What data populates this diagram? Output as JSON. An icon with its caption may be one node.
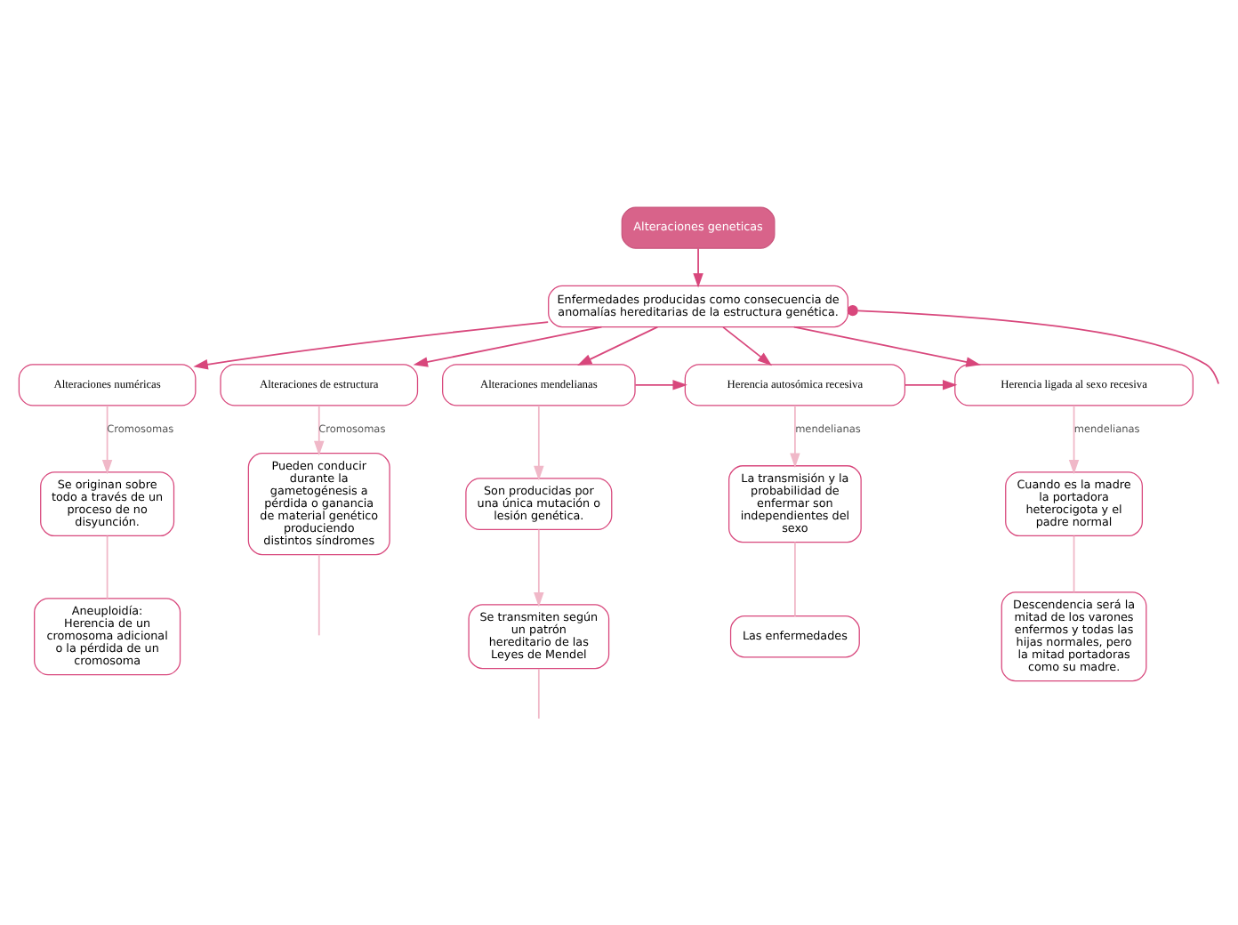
{
  "diagram": {
    "nodes": [
      {
        "text": [
          "Alteraciones geneticas"
        ]
      },
      {
        "text": [
          "Enfermedades producidas como consecuencia de anomalías hereditarias de la estructura genética."
        ]
      },
      {
        "text": [
          "Alteraciones numéricas"
        ]
      },
      {
        "text": [
          "Alteraciones de estructura"
        ]
      },
      {
        "text": [
          "Alteraciones mendelianas"
        ]
      },
      {
        "text": [
          "Herencia autosómica recesiva"
        ]
      },
      {
        "text": [
          "Herencia ligada al sexo recesiva"
        ]
      },
      {
        "text": [
          "Se originan sobre todo a través de un proceso de no disyunción."
        ]
      },
      {
        "text": [
          "Aneuploidía: Herencia de un cromosoma adicional o la pérdida de un cromosoma"
        ]
      },
      {
        "text": [
          "Pueden conducir durante la gametogénesis a pérdida o ganancia de material genético produciendo distintos síndromes"
        ]
      },
      {
        "text": [
          "Son producidas por una única mutación o lesión genética."
        ]
      },
      {
        "text": [
          "Se transmiten según un patrón hereditario de las Leyes de Mendel"
        ]
      },
      {
        "text": [
          "La transmisión y la probabilidad de enfermar son independientes del sexo"
        ]
      },
      {
        "text": [
          "Las enfermedades"
        ]
      },
      {
        "text": [
          "Cuando es la madre la portadora heterocigota y el padre normal"
        ]
      },
      {
        "text": [
          "Descendencia será la mitad de los varones enfermos y todas las hijas normales, pero la mitad portadoras como su madre."
        ]
      }
    ],
    "edges": [
      {
        "from": 0,
        "to": 1,
        "arrow": "to",
        "color": "#d8477c"
      },
      {
        "from": 1,
        "to": null,
        "arrow": "other",
        "color": "#d8477c"
      },
      {
        "from": 1,
        "to": 2,
        "arrow": "to",
        "color": "#d8477c"
      },
      {
        "from": 1,
        "to": 3,
        "arrow": "to",
        "color": "#d8477c"
      },
      {
        "from": 1,
        "to": 4,
        "arrow": "to",
        "color": "#d8477c"
      },
      {
        "from": 1,
        "to": 5,
        "arrow": "to",
        "color": "#d8477c"
      },
      {
        "from": 1,
        "to": 6,
        "arrow": "to",
        "color": "#d8477c"
      },
      {
        "from": 4,
        "to": 5,
        "arrow": "to",
        "color": "#d8477c"
      },
      {
        "from": 5,
        "to": 6,
        "arrow": "to",
        "color": "#d8477c"
      },
      {
        "from": 2,
        "to": 7,
        "arrow": "to",
        "label": "Cromosomas"
      },
      {
        "from": 7,
        "to": 8,
        "arrow": "none"
      },
      {
        "from": 3,
        "to": 9,
        "arrow": "to",
        "label": "Cromosomas"
      },
      {
        "from": 9,
        "to": null,
        "arrow": "none"
      },
      {
        "from": 4,
        "to": 10,
        "arrow": "to"
      },
      {
        "from": 10,
        "to": 11,
        "arrow": "to"
      },
      {
        "from": 11,
        "to": null,
        "arrow": "none"
      },
      {
        "from": 5,
        "to": 12,
        "arrow": "to",
        "label": "mendelianas"
      },
      {
        "from": 12,
        "to": 13,
        "arrow": "none"
      },
      {
        "from": 6,
        "to": 14,
        "arrow": "to",
        "label": "mendelianas"
      },
      {
        "from": 14,
        "to": 15,
        "arrow": "none"
      }
    ]
  }
}
